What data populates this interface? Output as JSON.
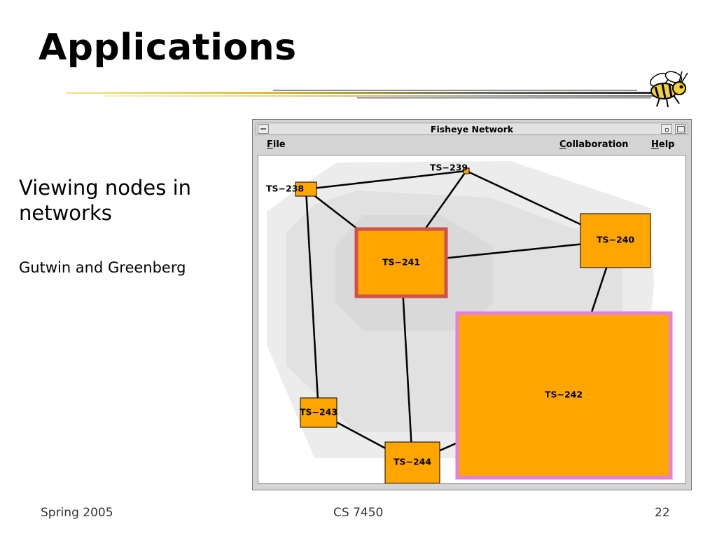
{
  "slide": {
    "title": "Applications",
    "bullet": "Viewing nodes in networks",
    "sub_bullet": "Gutwin and Greenberg",
    "logo_icon": "yellow-jacket-bee-icon"
  },
  "footer": {
    "left": "Spring 2005",
    "center": "CS 7450",
    "right": "22"
  },
  "app_window": {
    "title": "Fisheye Network",
    "menus": {
      "file": {
        "mnemonic": "F",
        "rest": "ile"
      },
      "collaboration": {
        "mnemonic": "C",
        "rest": "ollaboration"
      },
      "help": {
        "mnemonic": "H",
        "rest": "elp"
      }
    }
  },
  "network": {
    "node_color": "#ffa500",
    "focus_color": "#e080e0",
    "previous_focus_color": "#d0504c",
    "nodes": [
      {
        "id": "TS-238",
        "label": "TS−238"
      },
      {
        "id": "TS-239",
        "label": "TS−239"
      },
      {
        "id": "TS-240",
        "label": "TS−240"
      },
      {
        "id": "TS-241",
        "label": "TS−241"
      },
      {
        "id": "TS-242",
        "label": "TS−242"
      },
      {
        "id": "TS-243",
        "label": "TS−243"
      },
      {
        "id": "TS-244",
        "label": "TS−244"
      }
    ],
    "edges": [
      [
        "TS-238",
        "TS-239"
      ],
      [
        "TS-238",
        "TS-241"
      ],
      [
        "TS-238",
        "TS-243"
      ],
      [
        "TS-239",
        "TS-241"
      ],
      [
        "TS-239",
        "TS-240"
      ],
      [
        "TS-241",
        "TS-240"
      ],
      [
        "TS-241",
        "TS-244"
      ],
      [
        "TS-240",
        "TS-242"
      ],
      [
        "TS-243",
        "TS-244"
      ],
      [
        "TS-244",
        "TS-242"
      ]
    ]
  }
}
